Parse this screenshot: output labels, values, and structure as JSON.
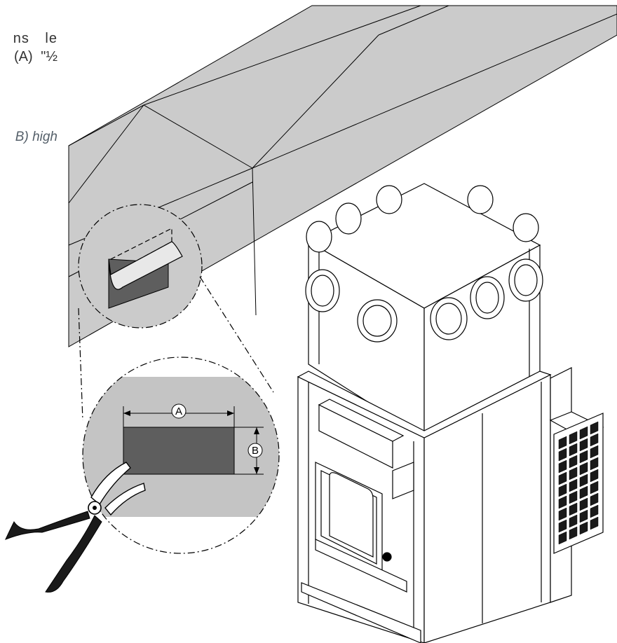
{
  "intro_text": {
    "line1": "ns   le",
    "line2": "½\" (A)",
    "line3": "B) high"
  },
  "callouts": {
    "a": "A",
    "b": "B"
  },
  "colors": {
    "duct": "#cbcbcb",
    "zoom_fill": "#c4c4c4",
    "cutout": "#5e5e5e",
    "outline": "#000000",
    "handle": "#1a1a1a"
  },
  "icons": [
    "pliers-icon",
    "duct-illustration",
    "furnace-illustration",
    "plenum-box",
    "zoom-circle"
  ]
}
